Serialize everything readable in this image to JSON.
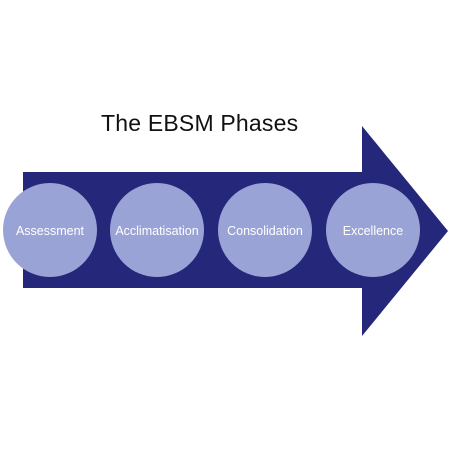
{
  "title": "The EBSM Phases",
  "colors": {
    "arrow": "#24277a",
    "circle": "#9aa3d6",
    "label": "#ffffff",
    "title": "#111111"
  },
  "phases": [
    {
      "label": "Assessment"
    },
    {
      "label": "Acclimatisation"
    },
    {
      "label": "Consolidation"
    },
    {
      "label": "Excellence"
    }
  ]
}
